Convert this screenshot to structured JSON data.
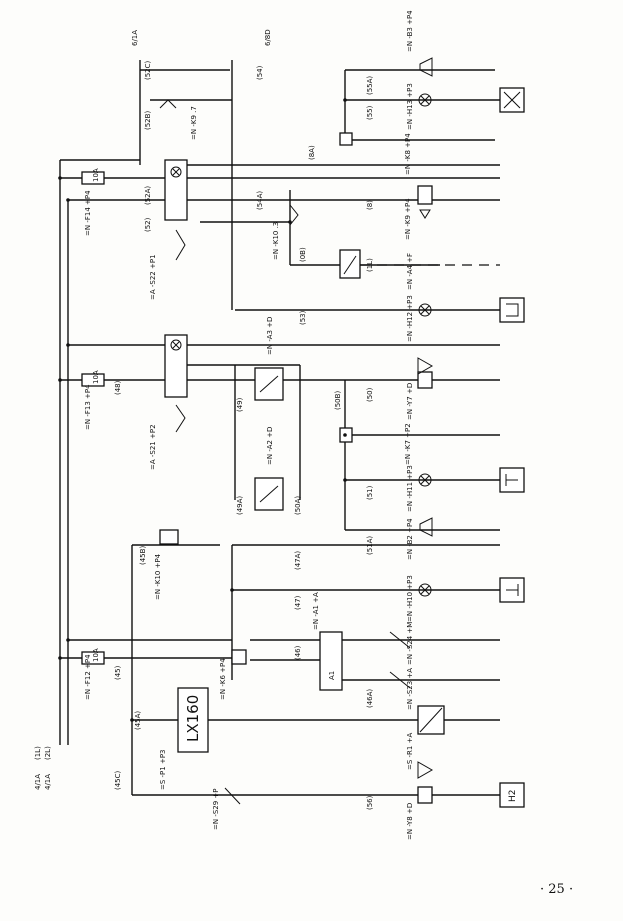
{
  "page_number": "· 25 ·",
  "top_refs": [
    "6/1A",
    "6/8D"
  ],
  "left_refs": [
    "4/1A",
    "4/1A",
    "(1L)",
    "(2L)"
  ],
  "wire_refs": [
    "(52C)",
    "(54)",
    "(52B)",
    "(55A)",
    "(55)",
    "(52A)",
    "(52)",
    "(8A)",
    "(8)",
    "(54A)",
    "(0B)",
    "(1L)",
    "(53)",
    "(48)",
    "(49)",
    "(50)",
    "(50B)",
    "(49A)",
    "(50A)",
    "(51)",
    "(51A)",
    "(45B)",
    "(47A)",
    "(47)",
    "(45)",
    "(46)",
    "(45A)",
    "(46A)",
    "(45C)",
    "(56)"
  ],
  "relays": [
    {
      "label": "=N -K9 .7"
    },
    {
      "label": "=N -K8 +P4"
    },
    {
      "label": "=N -K9 +P4"
    },
    {
      "label": "=N -K10 .3"
    },
    {
      "label": "=N -K7 +P2"
    },
    {
      "label": "=N -K10 +P4"
    },
    {
      "label": "=N -K6 +P4"
    }
  ],
  "fuses": [
    {
      "rating": "10A",
      "label": "=N -F14 +P4"
    },
    {
      "rating": "10A",
      "label": "=N -F13 +P4"
    },
    {
      "rating": "10A",
      "label": "=N -F12 +P4"
    }
  ],
  "switches": [
    {
      "label": "=A -S22 +P1"
    },
    {
      "label": "=A -S21 +P2"
    },
    {
      "label": "=N -A3 +D"
    },
    {
      "label": "=N -A2 +D"
    },
    {
      "label": "=N -A4 +F"
    },
    {
      "label": "=N -S24 +M"
    },
    {
      "label": "=N -S23 +A"
    },
    {
      "label": "=N -S29 +P"
    }
  ],
  "lamps": [
    {
      "label": "=N -H13 +P3"
    },
    {
      "label": "=N -H12 +P3"
    },
    {
      "label": "=N -H11 +P3"
    },
    {
      "label": "=N -H10 +P3"
    }
  ],
  "horns": [
    {
      "label": "=N -B3 +P4"
    },
    {
      "label": "=N -B2 +P4"
    }
  ],
  "valves": [
    {
      "label": "=N -Y7 +D"
    },
    {
      "label": "=N -Y8 +D"
    }
  ],
  "devices": [
    {
      "label": "=N -A1 +A"
    },
    {
      "label": "=S -R1 +A"
    },
    {
      "label": "=S -P1 +P3"
    }
  ],
  "block_label": "LX160",
  "module_label": "A1",
  "symbol_codes": [
    "H2"
  ]
}
